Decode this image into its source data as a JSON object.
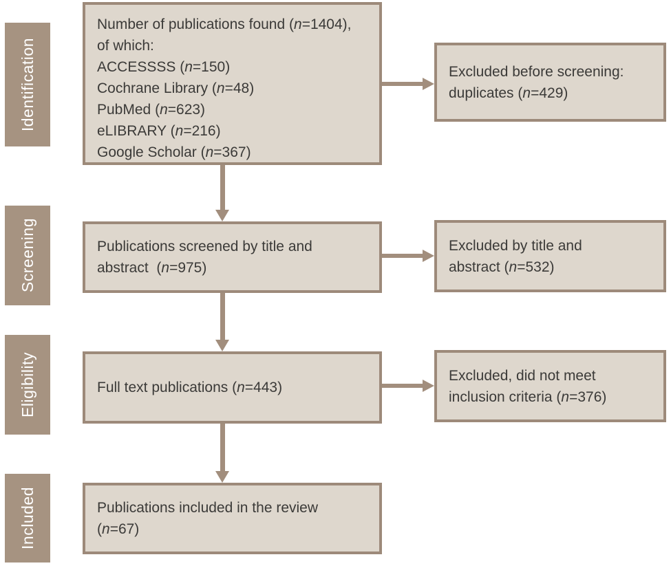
{
  "palette": {
    "page_bg": "#ffffff",
    "sidebar_bg": "#a69381",
    "sidebar_text": "#ffffff",
    "box_fill": "#ded7cd",
    "box_border": "#9d8a7a",
    "arrow": "#a28e7d",
    "text_color": "#3b3a38"
  },
  "stages": [
    {
      "label": "Identification"
    },
    {
      "label": "Screening"
    },
    {
      "label": "Eligibility"
    },
    {
      "label": "Included"
    }
  ],
  "main_boxes": [
    {
      "lines": [
        "Number of publications found (n=1404),",
        "of which:",
        "ACCESSSS (n=150)",
        "Cochrane Library (n=48)",
        "PubMed (n=623)",
        "eLIBRARY (n=216)",
        "Google Scholar (n=367)"
      ]
    },
    {
      "lines": [
        "Publications screened by title and",
        "abstract  (n=975)"
      ]
    },
    {
      "lines": [
        "Full text publications (n=443)"
      ]
    },
    {
      "lines": [
        "Publications included in the review",
        "(n=67)"
      ]
    }
  ],
  "side_boxes": [
    {
      "lines": [
        "Excluded before screening:",
        "duplicates (n=429)"
      ]
    },
    {
      "lines": [
        "Excluded by title and",
        "abstract (n=532)"
      ]
    },
    {
      "lines": [
        "Excluded, did not meet",
        "inclusion criteria (n=376)"
      ]
    }
  ]
}
